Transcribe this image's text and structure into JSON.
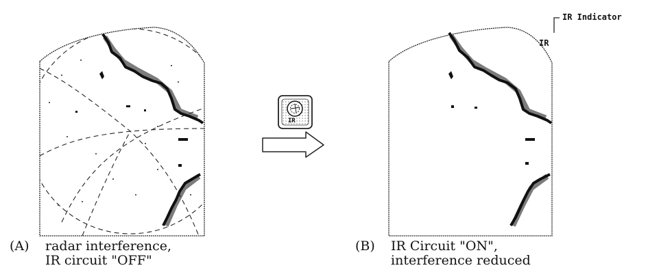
{
  "caption_a": {
    "marker": "(A)",
    "line1": "radar interference,",
    "line2": "IR circuit \"OFF\""
  },
  "caption_b": {
    "marker": "(B)",
    "line1": "IR Circuit \"ON\",",
    "line2": "interference reduced"
  },
  "indicator_label": "IR Indicator",
  "indicator_mark": "IR",
  "button_label": "IR"
}
